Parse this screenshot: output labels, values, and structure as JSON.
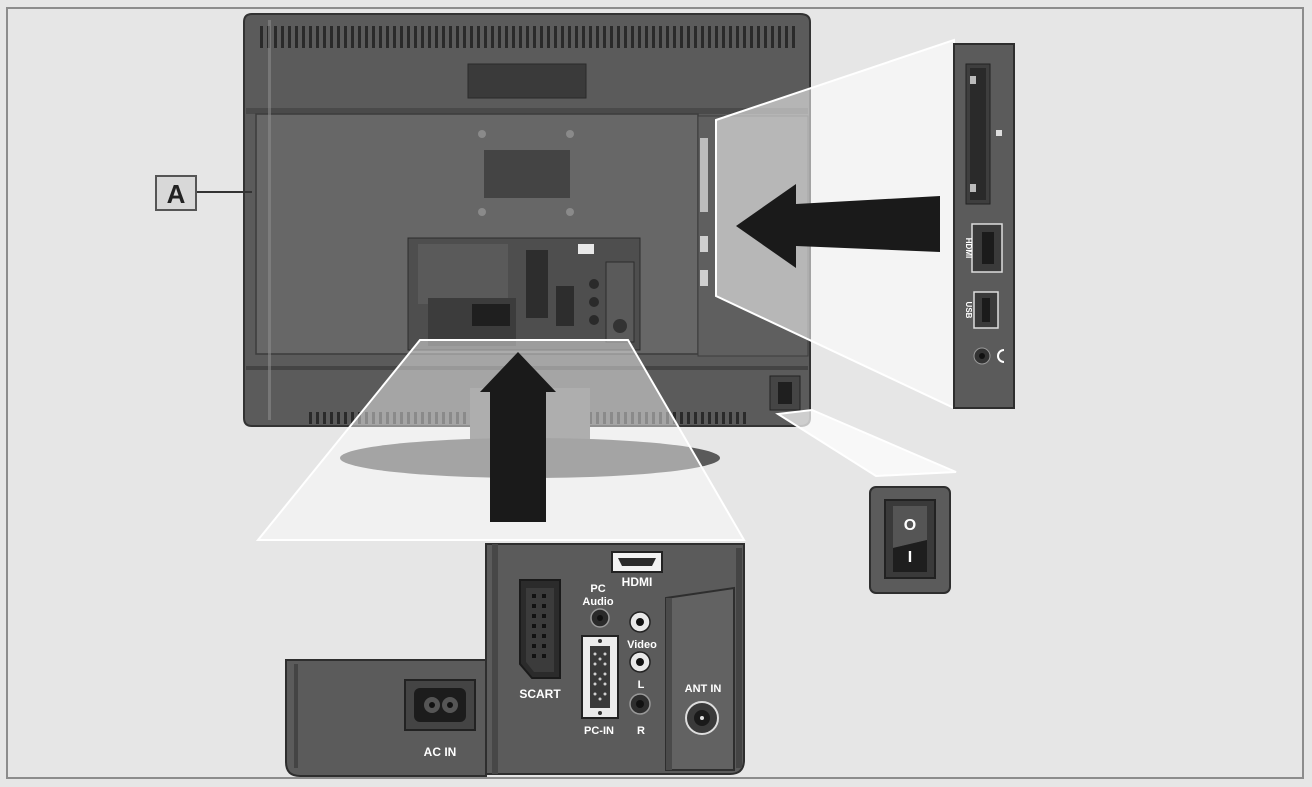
{
  "callout": {
    "letter": "A"
  },
  "side_panel": {
    "hdmi": "HDMI",
    "usb": "USB"
  },
  "connector_panel": {
    "hdmi": "HDMI",
    "pc_audio_line1": "PC",
    "pc_audio_line2": "Audio",
    "video": "Video",
    "left": "L",
    "right": "R",
    "scart": "SCART",
    "pc_in": "PC-IN",
    "ant_in": "ANT IN",
    "ac_in": "AC IN"
  },
  "power_switch": {
    "off": "O",
    "on": "I"
  },
  "colors": {
    "background": "#e6e6e6",
    "tv_body": "#5a5a5a",
    "panel": "#666666",
    "highlight": "#ffffff",
    "arrow": "#1a1a1a"
  }
}
